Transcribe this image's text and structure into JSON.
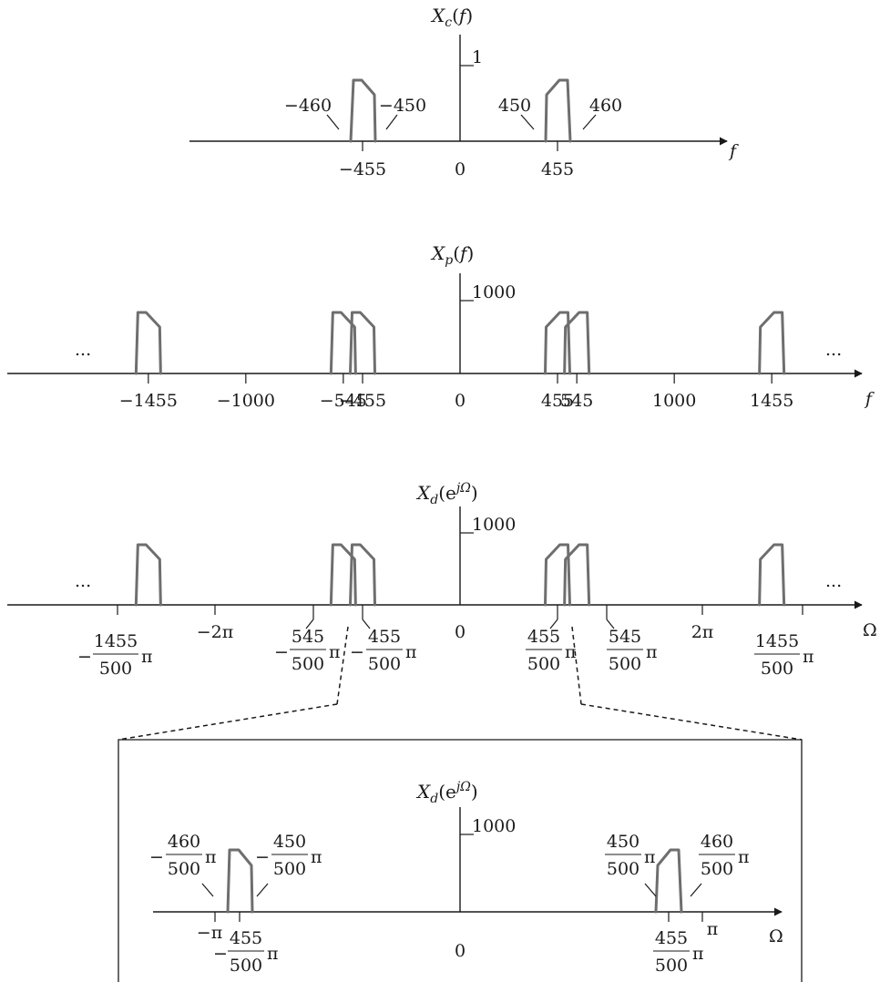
{
  "colors": {
    "ink": "#1a1a1a",
    "spectrum": "#6e6e6e",
    "background": "#ffffff"
  },
  "plot_xc": {
    "title_main": "X",
    "title_sub": "c",
    "title_arg": "f",
    "peak_label": "1",
    "axis_symbol": "f",
    "lobes": [
      {
        "center": -455,
        "lo": -460,
        "hi": -450,
        "rising_on": "inner"
      },
      {
        "center": 455,
        "lo": 450,
        "hi": 460,
        "rising_on": "inner"
      }
    ],
    "tick_labels": [
      "−455",
      "0",
      "455"
    ],
    "edge_labels": [
      "−460",
      "−450",
      "450",
      "460"
    ]
  },
  "plot_xp": {
    "title_main": "X",
    "title_sub": "p",
    "title_arg": "f",
    "peak_label": "1000",
    "axis_symbol": "f",
    "ellipsis_left": "...",
    "ellipsis_right": "...",
    "lobe_centers": [
      -1455,
      -545,
      -455,
      455,
      545,
      1455
    ],
    "tick_labels": [
      "−1455",
      "−1000",
      "−545",
      "−455",
      "0",
      "455",
      "545",
      "1000",
      "1455"
    ]
  },
  "plot_xd": {
    "title_main": "X",
    "title_sub": "d",
    "title_arg": "(e",
    "title_sup": "jΩ",
    "title_close": ")",
    "peak_label": "1000",
    "axis_symbol": "Ω",
    "ellipsis_left": "...",
    "ellipsis_right": "...",
    "lobe_centers": [
      -1455,
      -545,
      -455,
      455,
      545,
      1455
    ],
    "zero_label": "0",
    "two_pi_labels": [
      "−2π",
      "2π"
    ],
    "fractions": [
      {
        "sign": "−",
        "num": "1455",
        "den": "500",
        "pi": "π"
      },
      {
        "sign": "−",
        "num": "545",
        "den": "500",
        "pi": "π"
      },
      {
        "sign": "−",
        "num": "455",
        "den": "500",
        "pi": "π"
      },
      {
        "sign": "",
        "num": "455",
        "den": "500",
        "pi": "π"
      },
      {
        "sign": "",
        "num": "545",
        "den": "500",
        "pi": "π"
      },
      {
        "sign": "",
        "num": "1455",
        "den": "500",
        "pi": "π"
      }
    ]
  },
  "plot_zoom": {
    "title_main": "X",
    "title_sub": "d",
    "title_arg": "(e",
    "title_sup": "jΩ",
    "title_close": ")",
    "peak_label": "1000",
    "axis_symbol": "Ω",
    "zero_label": "0",
    "pi_labels": [
      "−π",
      "π"
    ],
    "fractions": [
      {
        "sign": "−",
        "num": "460",
        "den": "500",
        "pi": "π"
      },
      {
        "sign": "−",
        "num": "450",
        "den": "500",
        "pi": "π"
      },
      {
        "sign": "−",
        "num": "455",
        "den": "500",
        "pi": "π"
      },
      {
        "sign": "",
        "num": "450",
        "den": "500",
        "pi": "π"
      },
      {
        "sign": "",
        "num": "460",
        "den": "500",
        "pi": "π"
      },
      {
        "sign": "",
        "num": "455",
        "den": "500",
        "pi": "π"
      }
    ]
  }
}
